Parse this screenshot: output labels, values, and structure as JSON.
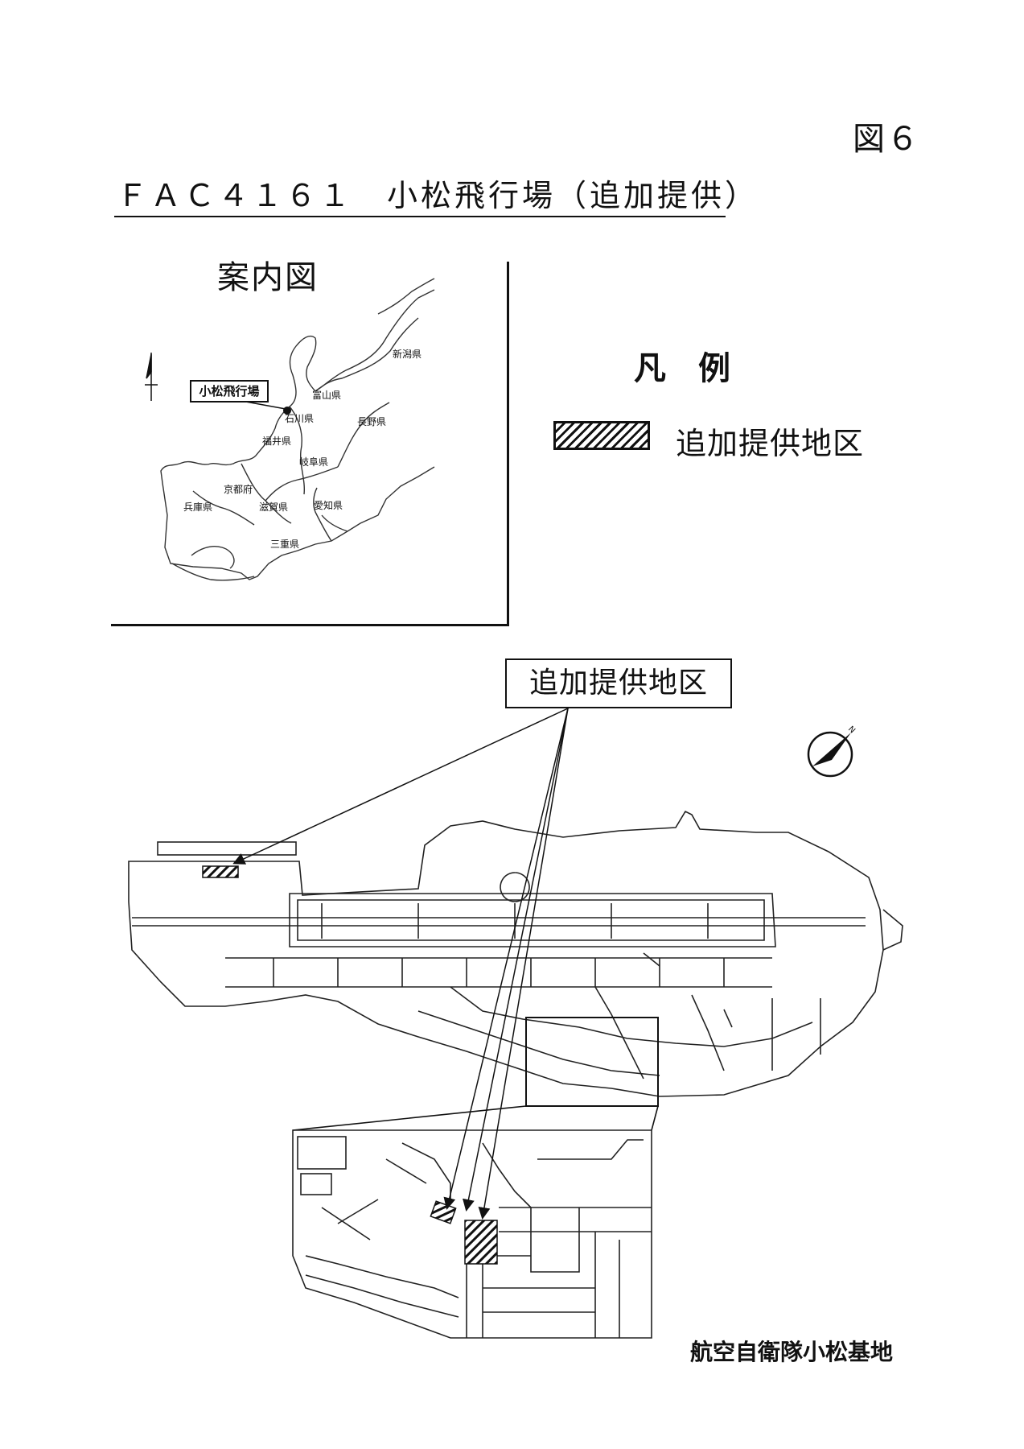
{
  "figure_number": "図６",
  "title": "ＦＡＣ４１６１　小松飛行場（追加提供）",
  "guide_map": {
    "heading": "案内図",
    "airport_label": "小松飛行場",
    "prefectures": [
      "新潟県",
      "富山県",
      "石川県",
      "長野県",
      "福井県",
      "岐阜県",
      "京都府",
      "兵庫県",
      "滋賀県",
      "愛知県",
      "三重県"
    ]
  },
  "legend": {
    "heading": "凡　例",
    "items": [
      {
        "label": "追加提供地区",
        "pattern": "diagonal-hatch"
      }
    ]
  },
  "site_map": {
    "callout": "追加提供地区",
    "north_icon": "north-arrow-icon",
    "credit": "航空自衛隊小松基地"
  }
}
